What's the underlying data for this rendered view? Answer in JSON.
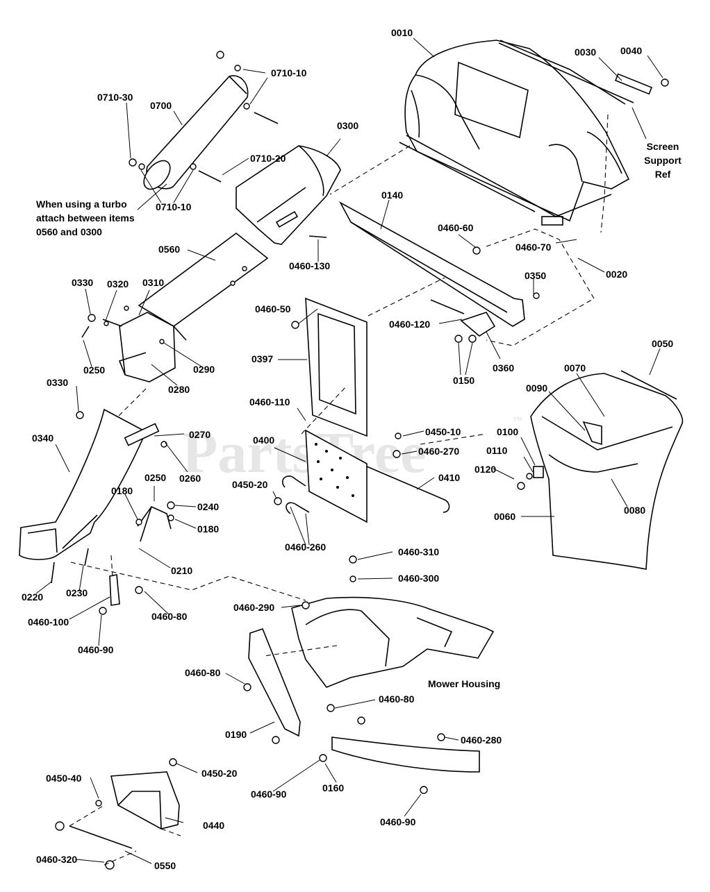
{
  "watermark": {
    "text": "PartsTree",
    "mark": "™"
  },
  "callouts": [
    {
      "id": "c0010",
      "text": "0010"
    },
    {
      "id": "c0030",
      "text": "0030"
    },
    {
      "id": "c0040",
      "text": "0040"
    },
    {
      "id": "c0710-10a",
      "text": "0710-10"
    },
    {
      "id": "c0710-30",
      "text": "0710-30"
    },
    {
      "id": "c0700",
      "text": "0700"
    },
    {
      "id": "c0710-20",
      "text": "0710-20"
    },
    {
      "id": "c0300",
      "text": "0300"
    },
    {
      "id": "c0710-10b",
      "text": "0710-10"
    },
    {
      "id": "c0140",
      "text": "0140"
    },
    {
      "id": "c0460-60",
      "text": "0460-60"
    },
    {
      "id": "c0460-70",
      "text": "0460-70"
    },
    {
      "id": "c0020",
      "text": "0020"
    },
    {
      "id": "c0560",
      "text": "0560"
    },
    {
      "id": "c0460-130",
      "text": "0460-130"
    },
    {
      "id": "c0330a",
      "text": "0330"
    },
    {
      "id": "c0320",
      "text": "0320"
    },
    {
      "id": "c0310",
      "text": "0310"
    },
    {
      "id": "c0460-50",
      "text": "0460-50"
    },
    {
      "id": "c0350",
      "text": "0350"
    },
    {
      "id": "c0460-120",
      "text": "0460-120"
    },
    {
      "id": "c0397",
      "text": "0397"
    },
    {
      "id": "c0290",
      "text": "0290"
    },
    {
      "id": "c0250a",
      "text": "0250"
    },
    {
      "id": "c0280",
      "text": "0280"
    },
    {
      "id": "c0150",
      "text": "0150"
    },
    {
      "id": "c0360",
      "text": "0360"
    },
    {
      "id": "c0050",
      "text": "0050"
    },
    {
      "id": "c0070",
      "text": "0070"
    },
    {
      "id": "c0090",
      "text": "0090"
    },
    {
      "id": "c0330b",
      "text": "0330"
    },
    {
      "id": "c0460-110",
      "text": "0460-110"
    },
    {
      "id": "c0450-10",
      "text": "0450-10"
    },
    {
      "id": "c0100",
      "text": "0100"
    },
    {
      "id": "c0340",
      "text": "0340"
    },
    {
      "id": "c0270",
      "text": "0270"
    },
    {
      "id": "c0400",
      "text": "0400"
    },
    {
      "id": "c0460-270",
      "text": "0460-270"
    },
    {
      "id": "c0110",
      "text": "0110"
    },
    {
      "id": "c0120",
      "text": "0120"
    },
    {
      "id": "c0260",
      "text": "0260"
    },
    {
      "id": "c0410",
      "text": "0410"
    },
    {
      "id": "c0250b",
      "text": "0250"
    },
    {
      "id": "c0450-20a",
      "text": "0450-20"
    },
    {
      "id": "c0180a",
      "text": "0180"
    },
    {
      "id": "c0240",
      "text": "0240"
    },
    {
      "id": "c0080",
      "text": "0080"
    },
    {
      "id": "c0060",
      "text": "0060"
    },
    {
      "id": "c0180b",
      "text": "0180"
    },
    {
      "id": "c0460-260",
      "text": "0460-260"
    },
    {
      "id": "c0460-310",
      "text": "0460-310"
    },
    {
      "id": "c0210",
      "text": "0210"
    },
    {
      "id": "c0460-300",
      "text": "0460-300"
    },
    {
      "id": "c0220",
      "text": "0220"
    },
    {
      "id": "c0230",
      "text": "0230"
    },
    {
      "id": "c0460-290",
      "text": "0460-290"
    },
    {
      "id": "c0460-80a",
      "text": "0460-80"
    },
    {
      "id": "c0460-100",
      "text": "0460-100"
    },
    {
      "id": "c0460-90a",
      "text": "0460-90"
    },
    {
      "id": "c0460-80b",
      "text": "0460-80"
    },
    {
      "id": "c0460-80c",
      "text": "0460-80"
    },
    {
      "id": "c0190",
      "text": "0190"
    },
    {
      "id": "c0460-280",
      "text": "0460-280"
    },
    {
      "id": "c0450-40",
      "text": "0450-40"
    },
    {
      "id": "c0450-20b",
      "text": "0450-20"
    },
    {
      "id": "c0460-90b",
      "text": "0460-90"
    },
    {
      "id": "c0160",
      "text": "0160"
    },
    {
      "id": "c0440",
      "text": "0440"
    },
    {
      "id": "c0460-90c",
      "text": "0460-90"
    },
    {
      "id": "c0460-320",
      "text": "0460-320"
    },
    {
      "id": "c0550",
      "text": "0550"
    }
  ],
  "notes": {
    "screen_support": [
      "Screen",
      "Support",
      "Ref"
    ],
    "turbo": [
      "When using a turbo",
      "attach between items",
      "0560 and 0300"
    ],
    "mower_housing": "Mower Housing"
  }
}
